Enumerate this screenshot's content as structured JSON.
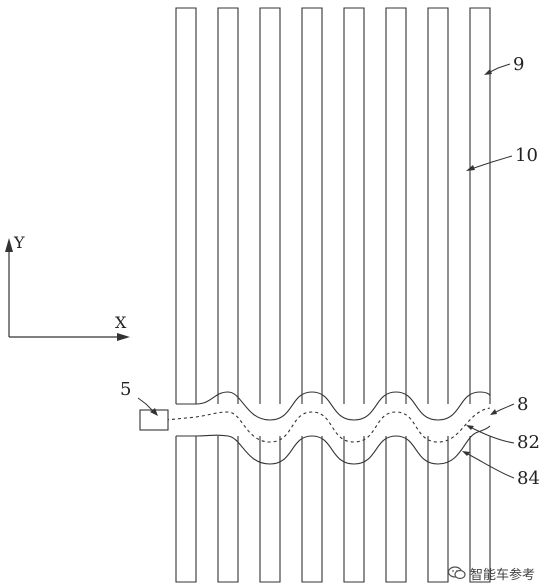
{
  "labels": {
    "ref_9": "9",
    "ref_10": "10",
    "ref_5": "5",
    "ref_8": "8",
    "ref_82": "82",
    "ref_84": "84",
    "axis_y": "Y",
    "axis_x": "X"
  },
  "figure": {
    "strip_count": 8
  },
  "watermark": {
    "text": "智能车参考"
  },
  "colors": {
    "line": "#333333",
    "background": "#ffffff"
  }
}
